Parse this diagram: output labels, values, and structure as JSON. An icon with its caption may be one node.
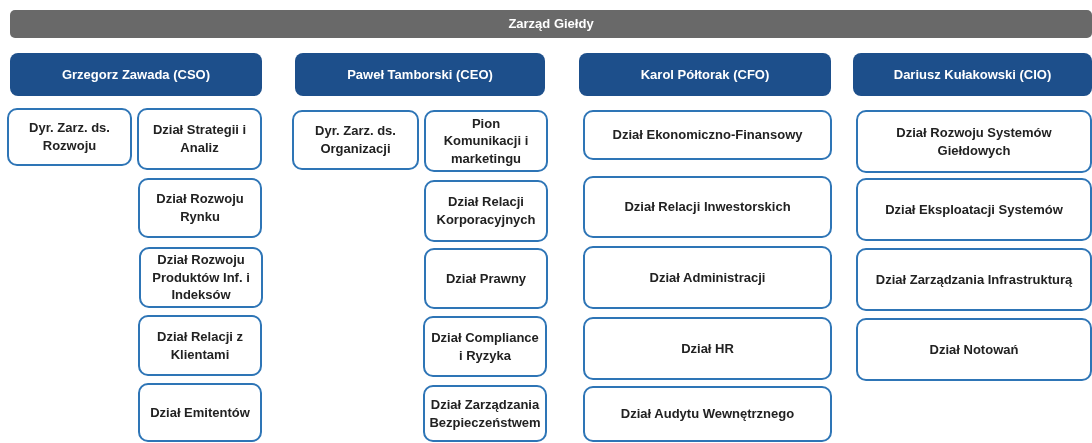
{
  "diagram": {
    "nodes": [
      {
        "text": [
          "Zarząd Giełdy"
        ]
      },
      {
        "text": [
          "Grzegorz Zawada (CSO)"
        ]
      },
      {
        "text": [
          "Paweł Tamborski (CEO)"
        ]
      },
      {
        "text": [
          "Karol Półtorak (CFO)"
        ]
      },
      {
        "text": [
          "Dariusz Kułakowski (CIO)"
        ]
      },
      {
        "text": [
          "Dyr. Zarz. ds. Rozwoju"
        ]
      },
      {
        "text": [
          "Dział Strategii i Analiz"
        ]
      },
      {
        "text": [
          "Dział Rozwoju Rynku"
        ]
      },
      {
        "text": [
          "Dział Rozwoju Produktów Inf. i Indeksów"
        ]
      },
      {
        "text": [
          "Dział Relacji z Klientami"
        ]
      },
      {
        "text": [
          "Dział Emitentów"
        ]
      },
      {
        "text": [
          "Dyr. Zarz. ds. Organizacji"
        ]
      },
      {
        "text": [
          "Pion Komunikacji i marketingu"
        ]
      },
      {
        "text": [
          "Dział Relacji Korporacyjnych"
        ]
      },
      {
        "text": [
          "Dział Prawny"
        ]
      },
      {
        "text": [
          "Dział Compliance i Ryzyka"
        ]
      },
      {
        "text": [
          "Dział Zarządzania Bezpieczeństwem"
        ]
      },
      {
        "text": [
          "Dział Ekonomiczno-Finansowy"
        ]
      },
      {
        "text": [
          "Dział Relacji Inwestorskich"
        ]
      },
      {
        "text": [
          "Dział Administracji"
        ]
      },
      {
        "text": [
          "Dział HR"
        ]
      },
      {
        "text": [
          "Dział Audytu Wewnętrznego"
        ]
      },
      {
        "text": [
          "Dział Rozwoju Systemów Giełdowych"
        ]
      },
      {
        "text": [
          "Dział Eksploatacji Systemów"
        ]
      },
      {
        "text": [
          "Dział Zarządzania Infrastrukturą"
        ]
      },
      {
        "text": [
          "Dział Notowań"
        ]
      }
    ],
    "edges": []
  }
}
